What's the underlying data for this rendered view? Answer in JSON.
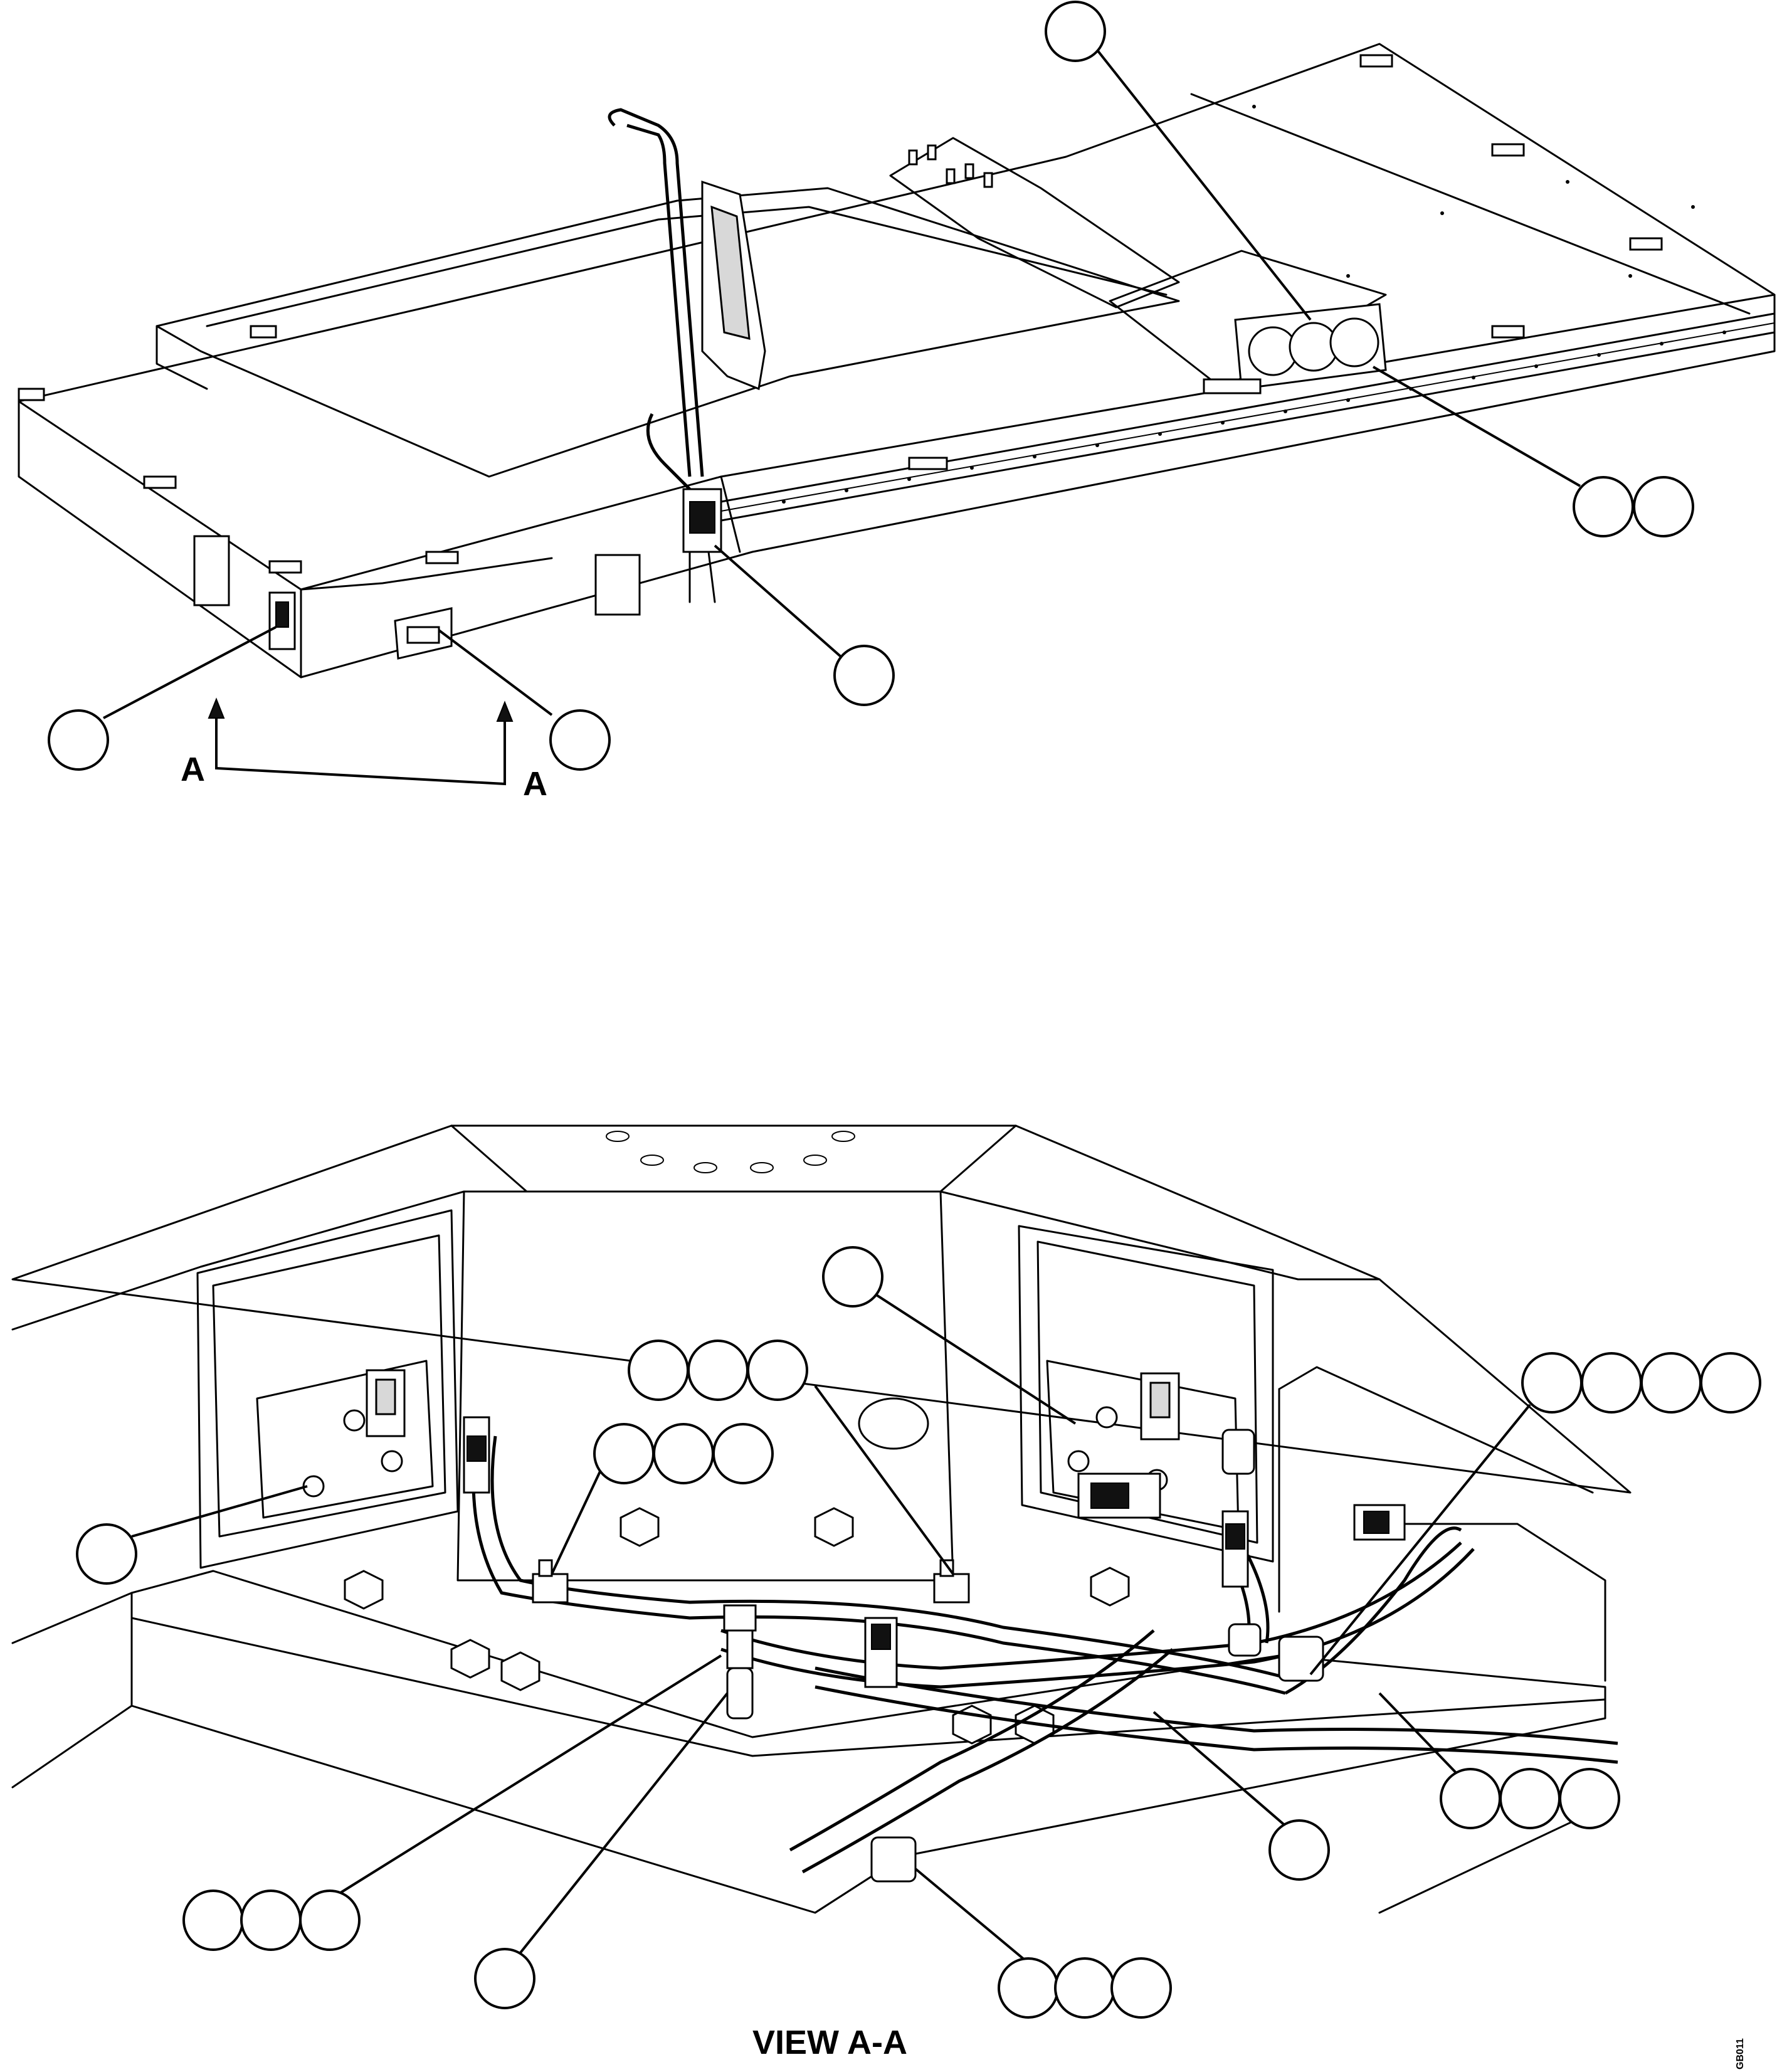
{
  "section_marker": "A",
  "view_title": "VIEW A-A",
  "drawing_id": "GB011"
}
